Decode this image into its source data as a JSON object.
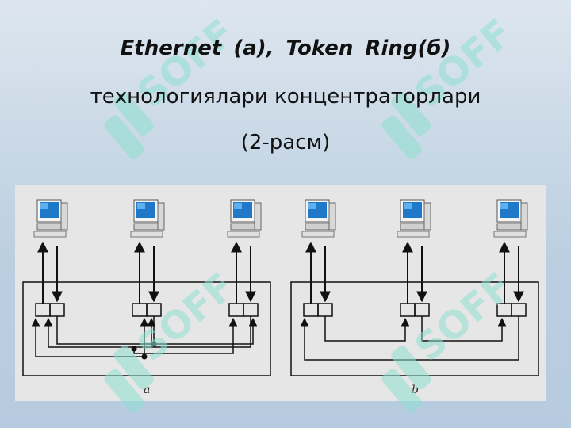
{
  "slide": {
    "title_line1_part1": "Ethernet (a),",
    "title_line1_part2": "Token Ring(б)",
    "title_line2": "технологиялари концентраторлари",
    "title_line3": "(2-расм)"
  },
  "figure": {
    "panel_a_label": "a",
    "panel_b_label": "b"
  },
  "colors": {
    "wire": "#111111",
    "panel_bg": "#e6e6e6",
    "watermark": "#8ee0d0"
  },
  "watermark": {
    "brand_text": "SOFF"
  }
}
